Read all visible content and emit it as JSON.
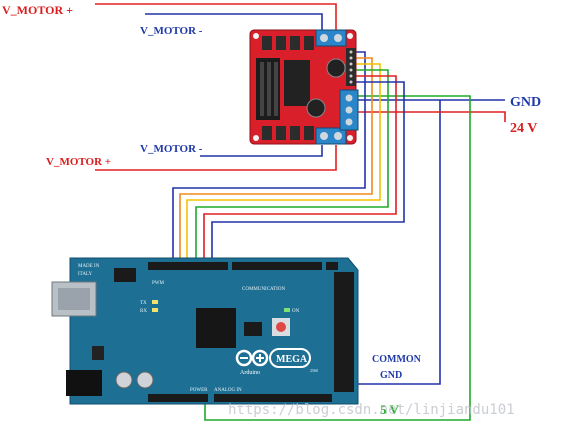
{
  "labels": {
    "vmotor_plus": "V_MOTOR +",
    "vmotor_minus": "V_MOTOR -",
    "gnd": "GND",
    "v24": "24 V",
    "common_gnd_line1": "COMMON",
    "common_gnd_line2": "GND",
    "v5": "5 V"
  },
  "board": {
    "made_in": "MADE IN",
    "italy": "ITALY",
    "pwm": "PWM",
    "communication": "COMMUNICATION",
    "tx": "TX",
    "rx": "RX",
    "on": "ON",
    "logo_text": "Arduino",
    "mega": "MEGA",
    "model": "2560",
    "power": "POWER",
    "analog_in": "ANALOG IN"
  },
  "watermark": "https://blog.csdn.net/linjiandu101",
  "colors": {
    "label_red": "#d81e1e",
    "label_blue": "#1f3aa8",
    "wire_red": "#e02020",
    "wire_blue": "#2233aa",
    "wire_green": "#1faa2a",
    "wire_orange": "#f08a1c",
    "wire_yellow": "#f2c200",
    "board_teal": "#1d6f94",
    "driver_red": "#d9202a"
  }
}
